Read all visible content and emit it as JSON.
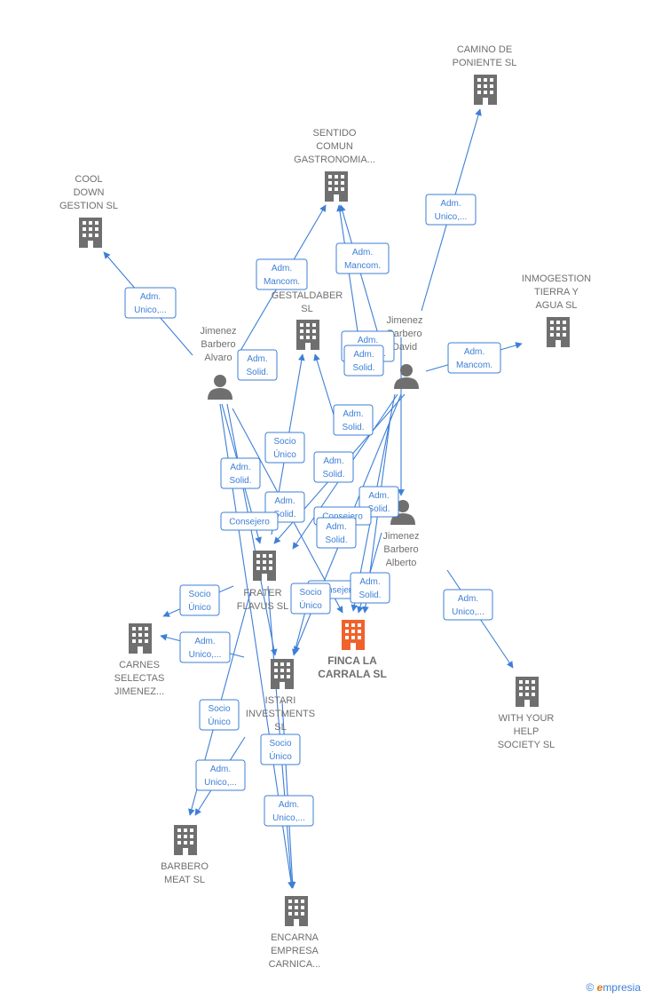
{
  "companies": [
    {
      "id": "camino",
      "lines": [
        "CAMINO DE",
        "PONIENTE  SL"
      ],
      "icon": "building-icon"
    },
    {
      "id": "sentido",
      "lines": [
        "SENTIDO",
        "COMUN",
        "GASTRONOMIA..."
      ],
      "icon": "building-icon"
    },
    {
      "id": "cool",
      "lines": [
        "COOL",
        "DOWN",
        "GESTION  SL"
      ],
      "icon": "building-icon"
    },
    {
      "id": "inmo",
      "lines": [
        "INMOGESTION",
        "TIERRA Y",
        "AGUA  SL"
      ],
      "icon": "building-icon"
    },
    {
      "id": "gestal",
      "lines": [
        "GESTALDABER",
        "SL"
      ],
      "icon": "building-icon"
    },
    {
      "id": "frater",
      "lines": [
        "FRATER",
        "FLAVUS  SL"
      ],
      "icon": "building-icon"
    },
    {
      "id": "finca",
      "lines": [
        "FINCA LA",
        "CARRALA  SL"
      ],
      "icon": "building-icon",
      "focus": true,
      "color": "#f0622c"
    },
    {
      "id": "carnes",
      "lines": [
        "CARNES",
        "SELECTAS",
        "JIMENEZ..."
      ],
      "icon": "building-icon"
    },
    {
      "id": "istari",
      "lines": [
        "ISTARI",
        "INVESTMENTS",
        "SL"
      ],
      "icon": "building-icon"
    },
    {
      "id": "with",
      "lines": [
        "WITH YOUR",
        "HELP",
        "SOCIETY  SL"
      ],
      "icon": "building-icon"
    },
    {
      "id": "barbero",
      "lines": [
        "BARBERO",
        "MEAT  SL"
      ],
      "icon": "building-icon"
    },
    {
      "id": "encarna",
      "lines": [
        "ENCARNA",
        "EMPRESA",
        "CARNICA..."
      ],
      "icon": "building-icon"
    }
  ],
  "people": [
    {
      "id": "alvaro",
      "lines": [
        "Jimenez",
        "Barbero",
        "Alvaro"
      ],
      "icon": "person-icon"
    },
    {
      "id": "david",
      "lines": [
        "Jimenez",
        "Barbero",
        "David"
      ],
      "icon": "person-icon"
    },
    {
      "id": "alberto",
      "lines": [
        "Jimenez",
        "Barbero",
        "Alberto"
      ],
      "icon": "person-icon"
    }
  ],
  "relations": [
    {
      "id": "r1",
      "lines": [
        "Adm.",
        "Unico,..."
      ]
    },
    {
      "id": "r2",
      "lines": [
        "Adm.",
        "Mancom."
      ]
    },
    {
      "id": "r3",
      "lines": [
        "Adm.",
        "Mancom."
      ]
    },
    {
      "id": "r4",
      "lines": [
        "Adm.",
        "Unico,..."
      ]
    },
    {
      "id": "r5",
      "lines": [
        "Adm.",
        "Mancom."
      ]
    },
    {
      "id": "r6",
      "lines": [
        "Adm.",
        "Solid."
      ]
    },
    {
      "id": "r7",
      "lines": [
        "Adm.",
        "Mancom."
      ]
    },
    {
      "id": "r8",
      "lines": [
        "Adm.",
        "Solid."
      ]
    },
    {
      "id": "r9",
      "lines": [
        "Adm.",
        "Solid."
      ]
    },
    {
      "id": "r10",
      "lines": [
        "Socio",
        "Único"
      ]
    },
    {
      "id": "r11",
      "lines": [
        "Adm.",
        "Solid."
      ]
    },
    {
      "id": "r12",
      "lines": [
        "Adm.",
        "Solid."
      ]
    },
    {
      "id": "r13",
      "lines": [
        "Adm.",
        "Solid."
      ]
    },
    {
      "id": "r14",
      "lines": [
        "Adm.",
        "Solid."
      ]
    },
    {
      "id": "r15",
      "lines": [
        "Consejero"
      ]
    },
    {
      "id": "r16",
      "lines": [
        "Consejero"
      ]
    },
    {
      "id": "r17",
      "lines": [
        "Adm.",
        "Solid."
      ]
    },
    {
      "id": "r18",
      "lines": [
        "Socio",
        "Único"
      ]
    },
    {
      "id": "r19",
      "lines": [
        "Consejero"
      ]
    },
    {
      "id": "r20",
      "lines": [
        "Socio",
        "Único"
      ]
    },
    {
      "id": "r21",
      "lines": [
        "Adm.",
        "Solid."
      ]
    },
    {
      "id": "r22",
      "lines": [
        "Adm.",
        "Unico,..."
      ]
    },
    {
      "id": "r23",
      "lines": [
        "Adm.",
        "Unico,..."
      ]
    },
    {
      "id": "r24",
      "lines": [
        "Socio",
        "Único"
      ]
    },
    {
      "id": "r25",
      "lines": [
        "Socio",
        "Único"
      ]
    },
    {
      "id": "r26",
      "lines": [
        "Adm.",
        "Unico,..."
      ]
    },
    {
      "id": "r27",
      "lines": [
        "Adm.",
        "Unico,..."
      ]
    }
  ],
  "credit": {
    "symbol": "©",
    "brand_initial": "e",
    "brand_rest": "mpresia"
  },
  "colors": {
    "edge": "#3d7fd6",
    "node": "#6f6f6f",
    "focus": "#f0622c"
  }
}
